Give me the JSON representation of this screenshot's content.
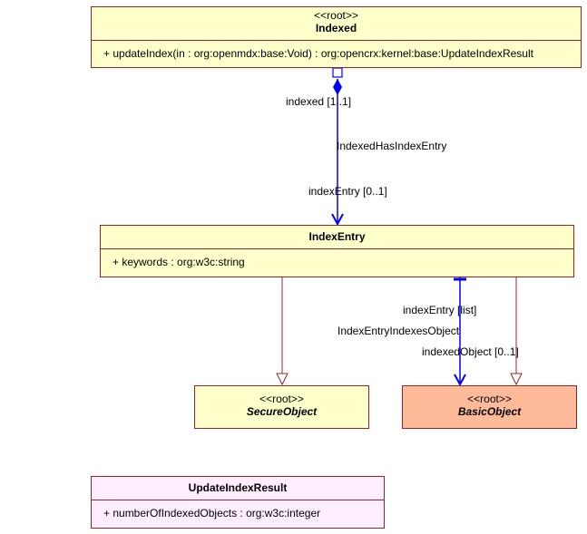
{
  "classes": {
    "indexed": {
      "stereotype": "<<root>>",
      "name": "Indexed",
      "operation": "+ updateIndex(in : org:openmdx:base:Void) : org:opencrx:kernel:base:UpdateIndexResult"
    },
    "index_entry": {
      "name": "IndexEntry",
      "attribute": "+ keywords : org:w3c:string"
    },
    "secure_object": {
      "stereotype": "<<root>>",
      "name": "SecureObject"
    },
    "basic_object": {
      "stereotype": "<<root>>",
      "name": "BasicObject"
    },
    "update_index_result": {
      "name": "UpdateIndexResult",
      "attribute": "+ numberOfIndexedObjects : org:w3c:integer"
    }
  },
  "associations": {
    "indexed_has_index_entry": {
      "name": "IndexedHasIndexEntry",
      "source_role": "indexed [1..1]",
      "target_role": "indexEntry [0..1]"
    },
    "index_entry_indexes_object": {
      "name": "IndexEntryIndexesObject",
      "source_role": "indexEntry [list]",
      "target_role": "indexedObject [0..1]"
    }
  },
  "colors": {
    "class_border": "#9b2423",
    "class_fill": "#ffffcc",
    "basic_object_fill": "#ffbb99",
    "result_fill": "#ffeeff",
    "association_line": "#0000ff",
    "generalization_line": "#9b2423"
  }
}
